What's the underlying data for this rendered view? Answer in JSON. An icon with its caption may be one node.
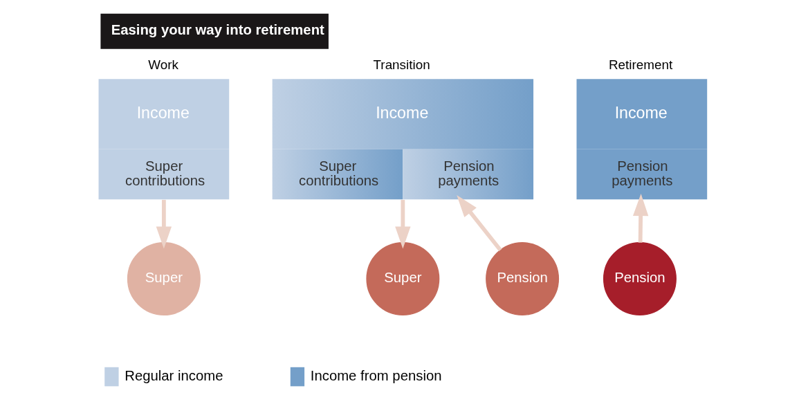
{
  "diagram": {
    "title": "Easing your way into retirement",
    "nodes": [
      {
        "text": [
          "Work",
          "Income",
          "Super contributions"
        ]
      },
      {
        "text": [
          "Transition",
          "Income",
          "Super contributions",
          "Pension payments"
        ]
      },
      {
        "text": [
          "Retirement",
          "Income",
          "Pension payments"
        ]
      },
      {
        "text": [
          "Super"
        ]
      },
      {
        "text": [
          "Super"
        ]
      },
      {
        "text": [
          "Pension"
        ]
      },
      {
        "text": [
          "Pension"
        ]
      }
    ],
    "edges": [
      {
        "from": 0,
        "to": 3,
        "arrow": "to"
      },
      {
        "from": 1,
        "to": 4,
        "arrow": "to"
      },
      {
        "from": 5,
        "to": 1,
        "arrow": "to"
      },
      {
        "from": 6,
        "to": 2,
        "arrow": "to"
      }
    ],
    "legend": [
      {
        "text": "Regular income",
        "color": "#bfd0e4"
      },
      {
        "text": "Income from pension",
        "color": "#749fc9"
      }
    ]
  }
}
